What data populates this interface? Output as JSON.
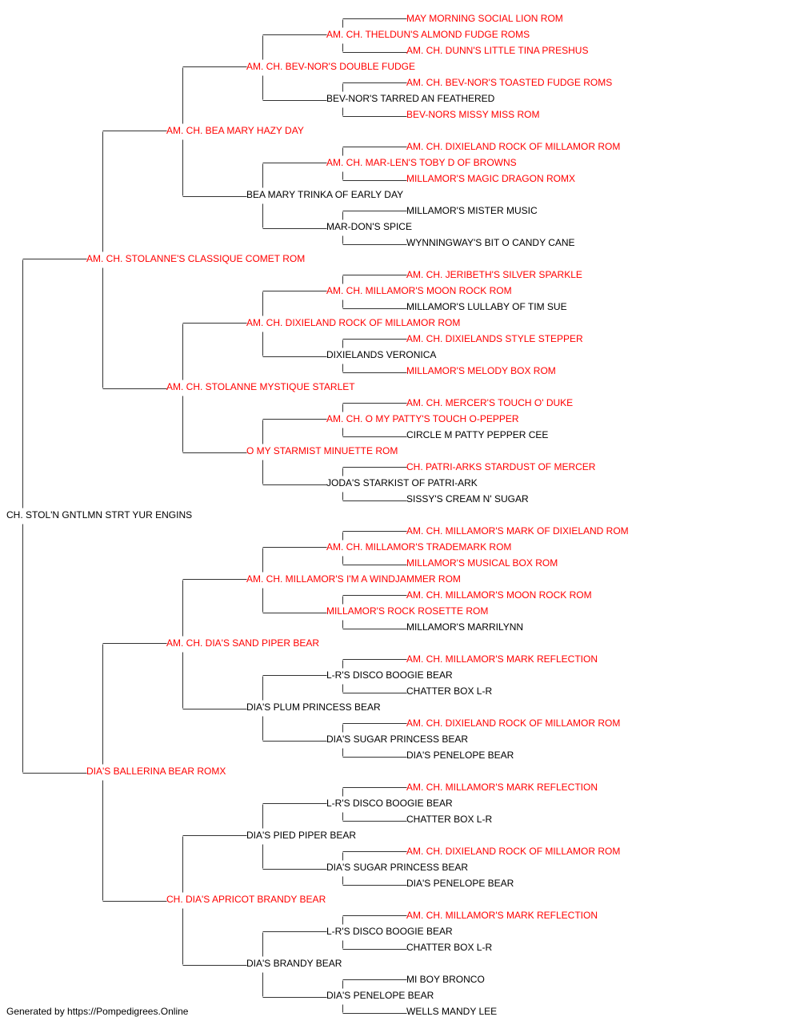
{
  "colors": {
    "champion": "#ff0000",
    "normal": "#000000",
    "line": "#333333"
  },
  "footer": "Generated by https://Pompedigrees.Online",
  "pedigree": [
    {
      "name": "CH. STOL'N GNTLMN STRT YUR ENGINS",
      "gen": 0,
      "row": 31,
      "red": false
    },
    {
      "name": "AM. CH. STOLANNE'S CLASSIQUE COMET ROM",
      "gen": 1,
      "row": 15,
      "red": true
    },
    {
      "name": "AM. CH. BEA MARY HAZY DAY",
      "gen": 2,
      "row": 7,
      "red": true
    },
    {
      "name": "AM. CH. BEV-NOR'S DOUBLE FUDGE",
      "gen": 3,
      "row": 3,
      "red": true
    },
    {
      "name": "AM. CH. THELDUN'S ALMOND FUDGE ROMS",
      "gen": 4,
      "row": 1,
      "red": true
    },
    {
      "name": "MAY MORNING SOCIAL LION ROM",
      "gen": 5,
      "row": 0,
      "red": true
    },
    {
      "name": "AM. CH. DUNN'S LITTLE TINA PRESHUS",
      "gen": 5,
      "row": 2,
      "red": true
    },
    {
      "name": "BEV-NOR'S TARRED AN FEATHERED",
      "gen": 4,
      "row": 5,
      "red": false
    },
    {
      "name": "AM. CH. BEV-NOR'S TOASTED FUDGE ROMS",
      "gen": 5,
      "row": 4,
      "red": true
    },
    {
      "name": "BEV-NORS MISSY MISS ROM",
      "gen": 5,
      "row": 6,
      "red": true
    },
    {
      "name": "BEA MARY TRINKA OF EARLY DAY",
      "gen": 3,
      "row": 11,
      "red": false
    },
    {
      "name": "AM. CH. MAR-LEN'S TOBY D OF BROWNS",
      "gen": 4,
      "row": 9,
      "red": true
    },
    {
      "name": "AM. CH. DIXIELAND ROCK OF MILLAMOR ROM",
      "gen": 5,
      "row": 8,
      "red": true
    },
    {
      "name": "MILLAMOR'S MAGIC DRAGON ROMX",
      "gen": 5,
      "row": 10,
      "red": true
    },
    {
      "name": "MAR-DON'S SPICE",
      "gen": 4,
      "row": 13,
      "red": false
    },
    {
      "name": "MILLAMOR'S MISTER MUSIC",
      "gen": 5,
      "row": 12,
      "red": false
    },
    {
      "name": "WYNNINGWAY'S BIT O CANDY CANE",
      "gen": 5,
      "row": 14,
      "red": false
    },
    {
      "name": "AM. CH. STOLANNE MYSTIQUE STARLET",
      "gen": 2,
      "row": 23,
      "red": true
    },
    {
      "name": "AM. CH. DIXIELAND ROCK OF MILLAMOR ROM",
      "gen": 3,
      "row": 19,
      "red": true
    },
    {
      "name": "AM. CH. MILLAMOR'S MOON ROCK ROM",
      "gen": 4,
      "row": 17,
      "red": true
    },
    {
      "name": "AM. CH. JERIBETH'S SILVER SPARKLE",
      "gen": 5,
      "row": 16,
      "red": true
    },
    {
      "name": "MILLAMOR'S LULLABY OF TIM SUE",
      "gen": 5,
      "row": 18,
      "red": false
    },
    {
      "name": "DIXIELANDS VERONICA",
      "gen": 4,
      "row": 21,
      "red": false
    },
    {
      "name": "AM. CH. DIXIELANDS STYLE STEPPER",
      "gen": 5,
      "row": 20,
      "red": true
    },
    {
      "name": "MILLAMOR'S MELODY BOX ROM",
      "gen": 5,
      "row": 22,
      "red": true
    },
    {
      "name": "O MY STARMIST MINUETTE ROM",
      "gen": 3,
      "row": 27,
      "red": true
    },
    {
      "name": "AM. CH. O MY PATTY'S TOUCH O-PEPPER",
      "gen": 4,
      "row": 25,
      "red": true
    },
    {
      "name": "AM. CH. MERCER'S TOUCH O' DUKE",
      "gen": 5,
      "row": 24,
      "red": true
    },
    {
      "name": "CIRCLE M PATTY PEPPER CEE",
      "gen": 5,
      "row": 26,
      "red": false
    },
    {
      "name": "JODA'S STARKIST OF PATRI-ARK",
      "gen": 4,
      "row": 29,
      "red": false
    },
    {
      "name": "CH. PATRI-ARKS STARDUST OF MERCER",
      "gen": 5,
      "row": 28,
      "red": true
    },
    {
      "name": "SISSY'S CREAM N' SUGAR",
      "gen": 5,
      "row": 30,
      "red": false
    },
    {
      "name": "DIA'S BALLERINA BEAR ROMX",
      "gen": 1,
      "row": 47,
      "red": true
    },
    {
      "name": "AM. CH. DIA'S SAND PIPER BEAR",
      "gen": 2,
      "row": 39,
      "red": true
    },
    {
      "name": "AM. CH. MILLAMOR'S I'M A WINDJAMMER ROM",
      "gen": 3,
      "row": 35,
      "red": true
    },
    {
      "name": "AM. CH. MILLAMOR'S TRADEMARK ROM",
      "gen": 4,
      "row": 33,
      "red": true
    },
    {
      "name": "AM. CH. MILLAMOR'S MARK OF DIXIELAND ROM",
      "gen": 5,
      "row": 32,
      "red": true
    },
    {
      "name": "MILLAMOR'S MUSICAL BOX ROM",
      "gen": 5,
      "row": 34,
      "red": true
    },
    {
      "name": "MILLAMOR'S ROCK ROSETTE ROM",
      "gen": 4,
      "row": 37,
      "red": true
    },
    {
      "name": "AM. CH. MILLAMOR'S MOON ROCK ROM",
      "gen": 5,
      "row": 36,
      "red": true
    },
    {
      "name": "MILLAMOR'S MARRILYNN",
      "gen": 5,
      "row": 38,
      "red": false
    },
    {
      "name": "DIA'S PLUM PRINCESS BEAR",
      "gen": 3,
      "row": 43,
      "red": false
    },
    {
      "name": "L-R'S DISCO BOOGIE BEAR",
      "gen": 4,
      "row": 41,
      "red": false
    },
    {
      "name": "AM. CH. MILLAMOR'S MARK REFLECTION",
      "gen": 5,
      "row": 40,
      "red": true
    },
    {
      "name": "CHATTER BOX L-R",
      "gen": 5,
      "row": 42,
      "red": false
    },
    {
      "name": "DIA'S SUGAR PRINCESS BEAR",
      "gen": 4,
      "row": 45,
      "red": false
    },
    {
      "name": "AM. CH. DIXIELAND ROCK OF MILLAMOR ROM",
      "gen": 5,
      "row": 44,
      "red": true
    },
    {
      "name": "DIA'S PENELOPE BEAR",
      "gen": 5,
      "row": 46,
      "red": false
    },
    {
      "name": "CH. DIA'S APRICOT BRANDY BEAR",
      "gen": 2,
      "row": 55,
      "red": true
    },
    {
      "name": "DIA'S PIED PIPER BEAR",
      "gen": 3,
      "row": 51,
      "red": false
    },
    {
      "name": "L-R'S DISCO BOOGIE BEAR",
      "gen": 4,
      "row": 49,
      "red": false
    },
    {
      "name": "AM. CH. MILLAMOR'S MARK REFLECTION",
      "gen": 5,
      "row": 48,
      "red": true
    },
    {
      "name": "CHATTER BOX L-R",
      "gen": 5,
      "row": 50,
      "red": false
    },
    {
      "name": "DIA'S SUGAR PRINCESS BEAR",
      "gen": 4,
      "row": 53,
      "red": false
    },
    {
      "name": "AM. CH. DIXIELAND ROCK OF MILLAMOR ROM",
      "gen": 5,
      "row": 52,
      "red": true
    },
    {
      "name": "DIA'S PENELOPE BEAR",
      "gen": 5,
      "row": 54,
      "red": false
    },
    {
      "name": "DIA'S BRANDY BEAR",
      "gen": 3,
      "row": 59,
      "red": false
    },
    {
      "name": "L-R'S DISCO BOOGIE BEAR",
      "gen": 4,
      "row": 57,
      "red": false
    },
    {
      "name": "AM. CH. MILLAMOR'S MARK REFLECTION",
      "gen": 5,
      "row": 56,
      "red": true
    },
    {
      "name": "CHATTER BOX L-R",
      "gen": 5,
      "row": 58,
      "red": false
    },
    {
      "name": "DIA'S PENELOPE BEAR",
      "gen": 4,
      "row": 61,
      "red": false
    },
    {
      "name": "MI BOY BRONCO",
      "gen": 5,
      "row": 60,
      "red": false
    },
    {
      "name": "WELLS MANDY LEE",
      "gen": 5,
      "row": 62,
      "red": false
    }
  ]
}
